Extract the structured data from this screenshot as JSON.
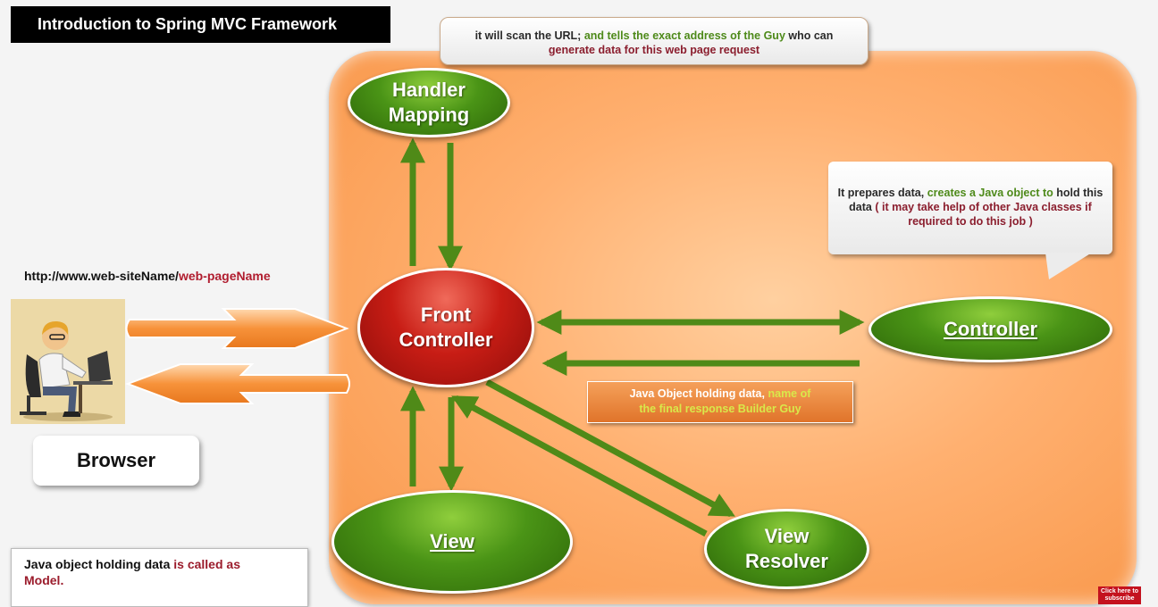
{
  "title": "Introduction to Spring MVC Framework",
  "callout_handler_mapping": {
    "part1": "it will scan the URL;",
    "part2": "and tells the exact address of the Guy",
    "part3": "who can",
    "part4": "generate data for this web page request"
  },
  "callout_controller": {
    "part1": "It prepares data,",
    "part2": "creates a Java object to",
    "part3": "hold this data",
    "part4": "( it may take help of other Java classes if required to do this job )"
  },
  "url": {
    "site": "http://www.web-siteName/",
    "page": "web-pageName"
  },
  "browser_label": "Browser",
  "nodes": {
    "handler_mapping_line1": "Handler",
    "handler_mapping_line2": "Mapping",
    "front_controller_line1": "Front",
    "front_controller_line2": "Controller",
    "controller": "Controller",
    "view": "View",
    "view_resolver_line1": "View",
    "view_resolver_line2": "Resolver"
  },
  "data_label": {
    "part1": "Java Object holding data,",
    "part2": "name of",
    "part3": "the final response Builder Guy"
  },
  "note": {
    "part1": "Java object holding data",
    "part2": "is called as",
    "part3": "Model."
  },
  "subscribe_line1": "Click here to",
  "subscribe_line2": "subscribe",
  "colors": {
    "stage": "#f89648",
    "arrow_green": "#4f8a18",
    "front_controller": "#c81d15",
    "green_node": "#4a9416"
  },
  "icons": [
    "user-at-laptop-icon"
  ]
}
